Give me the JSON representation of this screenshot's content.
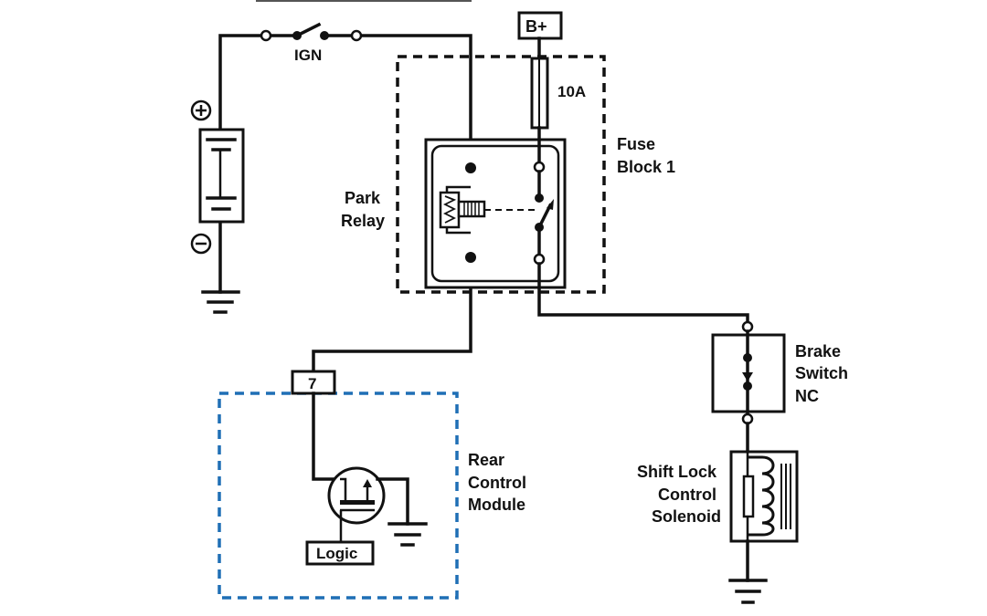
{
  "diagram": {
    "title": "Shift Lock Control Circuit",
    "labels": {
      "ign": "IGN",
      "battery_plus": "+",
      "battery_minus": "−",
      "b_plus": "B+",
      "fuse_rating": "10A",
      "fuse_block": [
        "Fuse",
        "Block 1"
      ],
      "park_relay": [
        "Park",
        "Relay"
      ],
      "connector_pin": "7",
      "rear_control_module": [
        "Rear",
        "Control",
        "Module"
      ],
      "logic": "Logic",
      "brake_switch": [
        "Brake",
        "Switch",
        "NC"
      ],
      "shift_lock_solenoid": [
        "Shift Lock",
        "Control",
        "Solenoid"
      ]
    },
    "colors": {
      "wire": "#111111",
      "module_boundary": "#1f6fb5"
    }
  }
}
